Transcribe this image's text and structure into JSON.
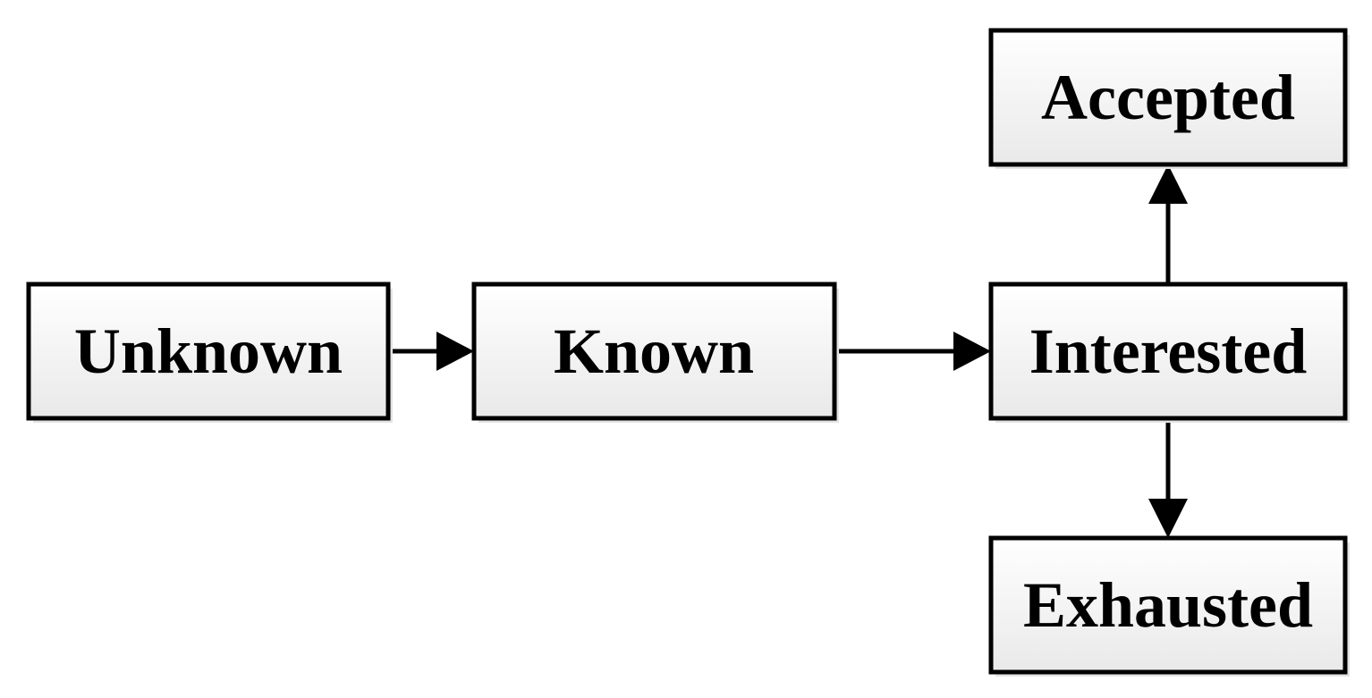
{
  "diagram": {
    "colors": {
      "box_fill_top": "#ffffff",
      "box_fill_bottom": "#e9e9e9",
      "border": "#000000",
      "text": "#000000"
    },
    "nodes": {
      "unknown": {
        "label": "Unknown"
      },
      "known": {
        "label": "Known"
      },
      "interested": {
        "label": "Interested"
      },
      "accepted": {
        "label": "Accepted"
      },
      "exhausted": {
        "label": "Exhausted"
      }
    },
    "edges": [
      {
        "from": "unknown",
        "to": "known"
      },
      {
        "from": "known",
        "to": "interested"
      },
      {
        "from": "interested",
        "to": "accepted"
      },
      {
        "from": "interested",
        "to": "exhausted"
      }
    ]
  }
}
